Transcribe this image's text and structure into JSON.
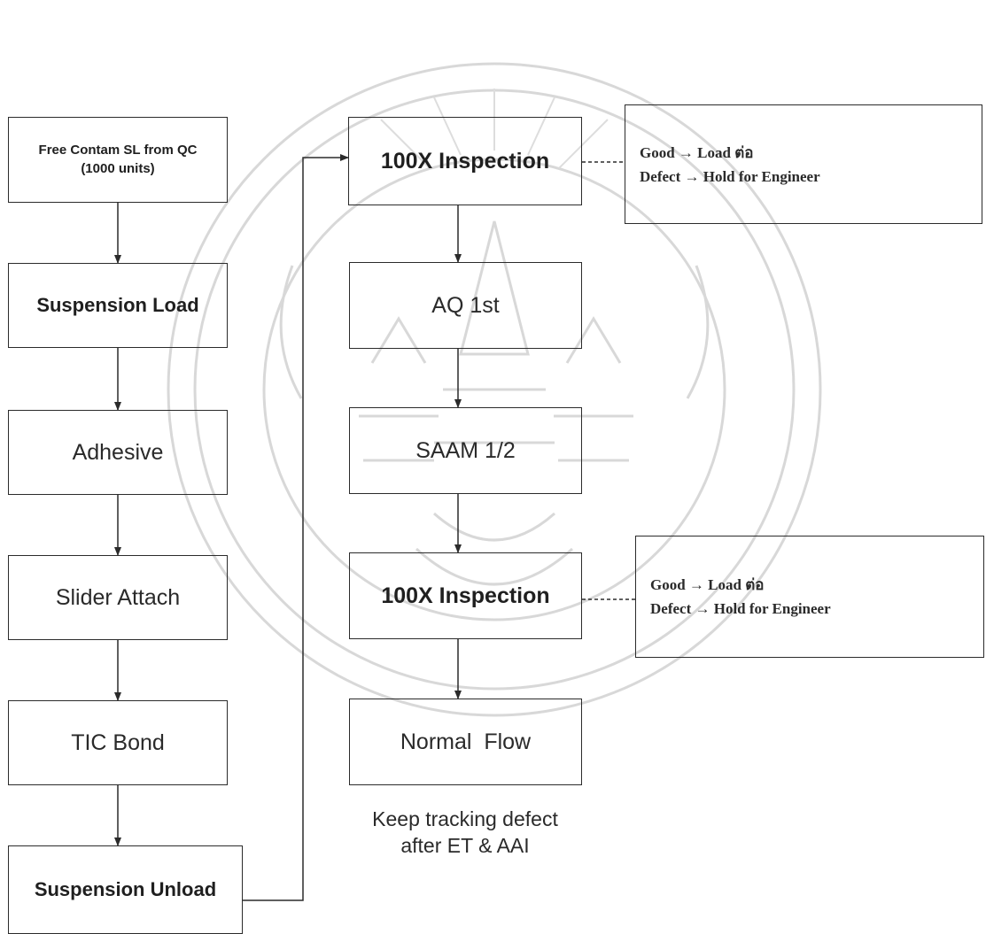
{
  "left_column": {
    "free_contam": [
      "Free Contam SL from QC",
      "(1000 units)"
    ],
    "suspension_load": "Suspension Load",
    "adhesive": "Adhesive",
    "slider_attach": "Slider Attach",
    "tic_bond": "TIC Bond",
    "suspension_unload": "Suspension Unload"
  },
  "right_column": {
    "inspection_1": "100X Inspection",
    "aq_1st": "AQ 1st",
    "saam": "SAAM 1/2",
    "inspection_2": "100X Inspection",
    "normal_flow": "Normal  Flow"
  },
  "notes": {
    "note_1": [
      "Good → Load ต่อ",
      "Defect → Hold for Engineer"
    ],
    "note_2": [
      "Good → Load ต่อ",
      "Defect → Hold for Engineer"
    ]
  },
  "caption": [
    "Keep tracking defect",
    "after ET & AAI"
  ],
  "colors": {
    "line": "#2b2b2b",
    "watermark": "#d6d6d6"
  }
}
